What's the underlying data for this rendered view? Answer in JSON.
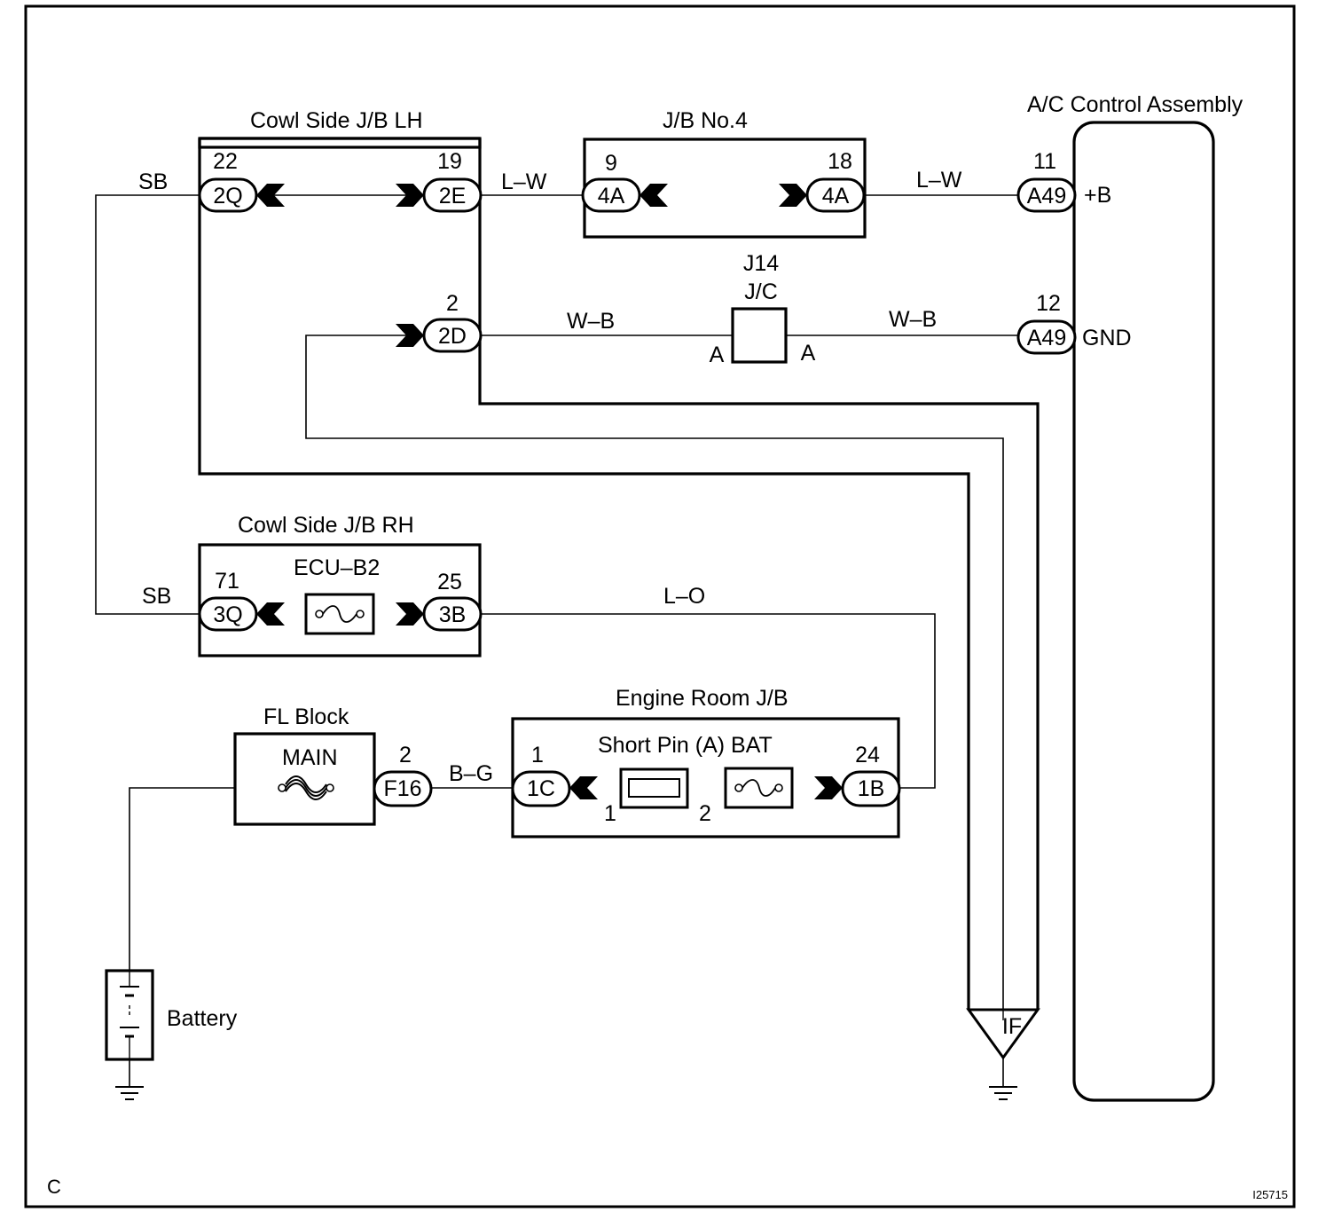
{
  "components": {
    "cowl_lh": "Cowl Side J/B LH",
    "jb4": "J/B No.4",
    "ac": "A/C Control Assembly",
    "j14_id": "J14",
    "j14_type": "J/C",
    "cowl_rh": "Cowl Side J/B RH",
    "ecu_fuse": "ECU–B2",
    "engine_jb": "Engine Room J/B",
    "short_pin": "Short Pin (A) BAT",
    "fl_block": "FL Block",
    "main_fuse": "MAIN",
    "battery": "Battery",
    "ground": "IF"
  },
  "connectors": {
    "c2Q": "2Q",
    "c2E": "2E",
    "c4A_in": "4A",
    "c4A_out": "4A",
    "cA49_b": "A49",
    "cA49_g": "A49",
    "c2D": "2D",
    "c3Q": "3Q",
    "c3B": "3B",
    "cF16": "F16",
    "c1C": "1C",
    "c1B": "1B"
  },
  "pins": {
    "p2Q": "22",
    "p2E": "19",
    "p4A_in": "9",
    "p4A_out": "18",
    "pA49_b": "11",
    "pA49_g": "12",
    "p2D": "2",
    "p3Q": "71",
    "p3B": "25",
    "pF16": "2",
    "p1C": "1",
    "p1B": "24",
    "jc_left": "A",
    "jc_right": "A",
    "short_1": "1",
    "short_2": "2"
  },
  "terminals": {
    "plus_b": "+B",
    "gnd": "GND"
  },
  "wires": {
    "sb_top": "SB",
    "lw1": "L–W",
    "lw2": "L–W",
    "wb1": "W–B",
    "wb2": "W–B",
    "sb_bottom": "SB",
    "lo": "L–O",
    "bg": "B–G"
  },
  "footer": {
    "corner": "C",
    "figure_id": "I25715"
  }
}
